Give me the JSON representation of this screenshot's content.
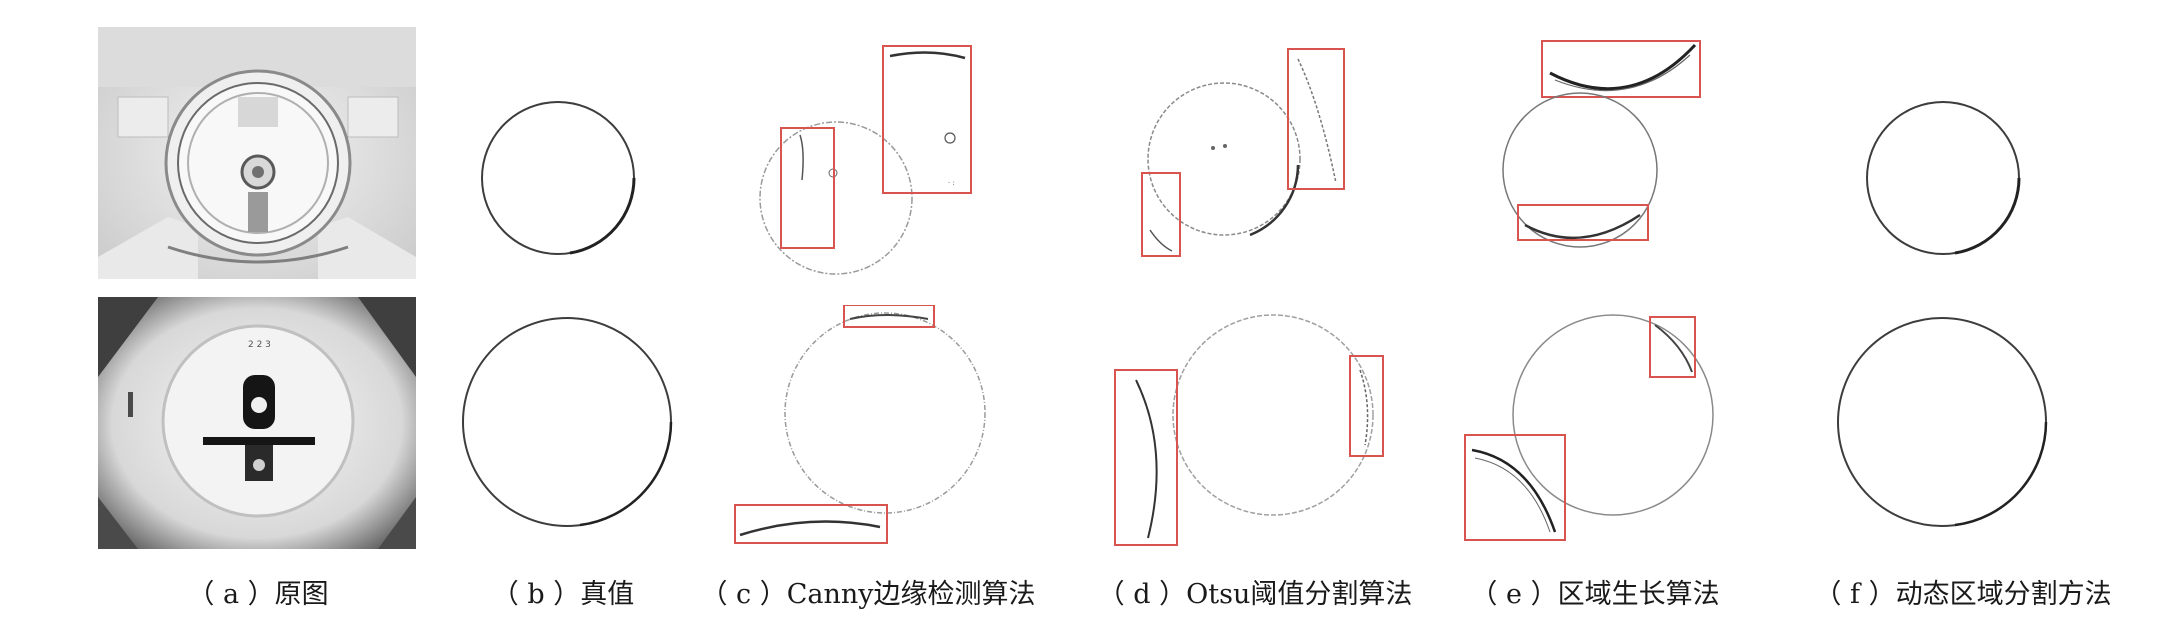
{
  "captions": {
    "a": "（ a ）原图",
    "b": "（ b ）真值",
    "c": "（ c ）Canny边缘检测算法",
    "d": "（ d ）Otsu阈值分割算法",
    "e": "（ e ）区域生长算法",
    "f": "（ f ）动态区域分割方法"
  },
  "colors": {
    "highlight_box": "#d9534f",
    "edge_line": "#555555"
  }
}
